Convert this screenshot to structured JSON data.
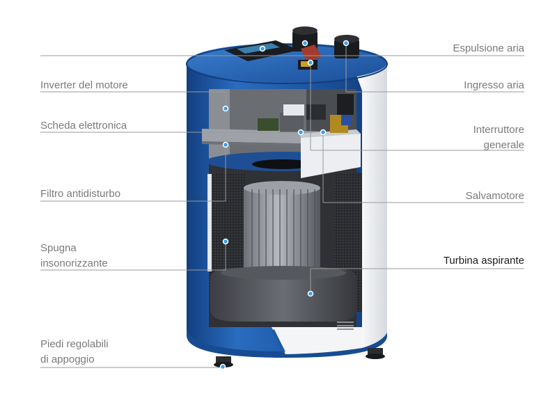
{
  "labels": {
    "inverter": "Inverter del motore",
    "scheda": "Scheda elettronica",
    "filtro": "Filtro antidisturbo",
    "spugna_1": "Spugna",
    "spugna_2": "insonorizzante",
    "piedi_1": "Piedi regolabili",
    "piedi_2": "di appoggio",
    "espulsione": "Espulsione aria",
    "ingresso": "Ingresso aria",
    "interruttore_1": "Interruttore",
    "interruttore_2": "generale",
    "salvamotore": "Salvamotore",
    "turbina": "Turbina aspirante"
  },
  "colors": {
    "body_blue": "#1f5aa8",
    "body_blue_dark": "#123f80",
    "panel_white": "#f2f3f5",
    "interior_gray": "#3a3c40",
    "foam": "#2b2d30",
    "line": "#9a9a9a",
    "dot": "#3fa0e6"
  }
}
